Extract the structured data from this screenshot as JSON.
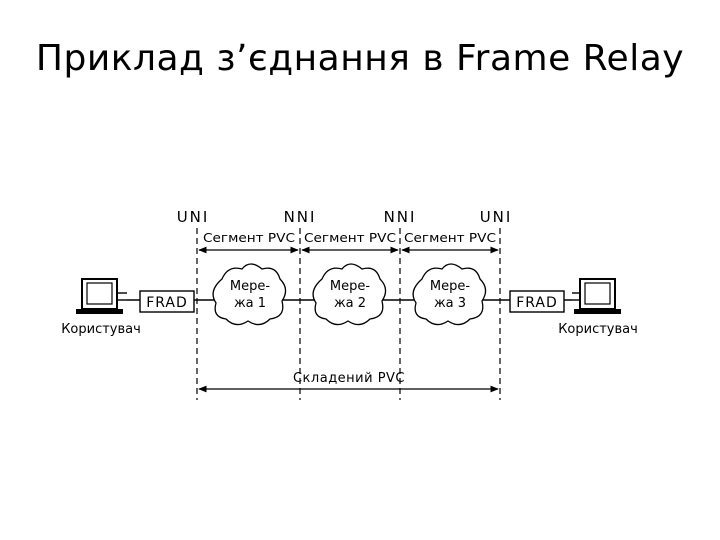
{
  "slide": {
    "title": "Приклад з’єднання в Frame Relay"
  },
  "diagram": {
    "interfaces": [
      "UNI",
      "NNI",
      "NNI",
      "UNI"
    ],
    "segments": [
      "Сегмент PVC",
      "Сегмент PVC",
      "Сегмент PVC"
    ],
    "networks": [
      {
        "line1": "Мере-",
        "line2": "жа 1"
      },
      {
        "line1": "Мере-",
        "line2": "жа 2"
      },
      {
        "line1": "Мере-",
        "line2": "жа 3"
      }
    ],
    "frad_left": "FRAD",
    "frad_right": "FRAD",
    "user_left": "Користувач",
    "user_right": "Користувач",
    "composite": "Складений PVC"
  }
}
